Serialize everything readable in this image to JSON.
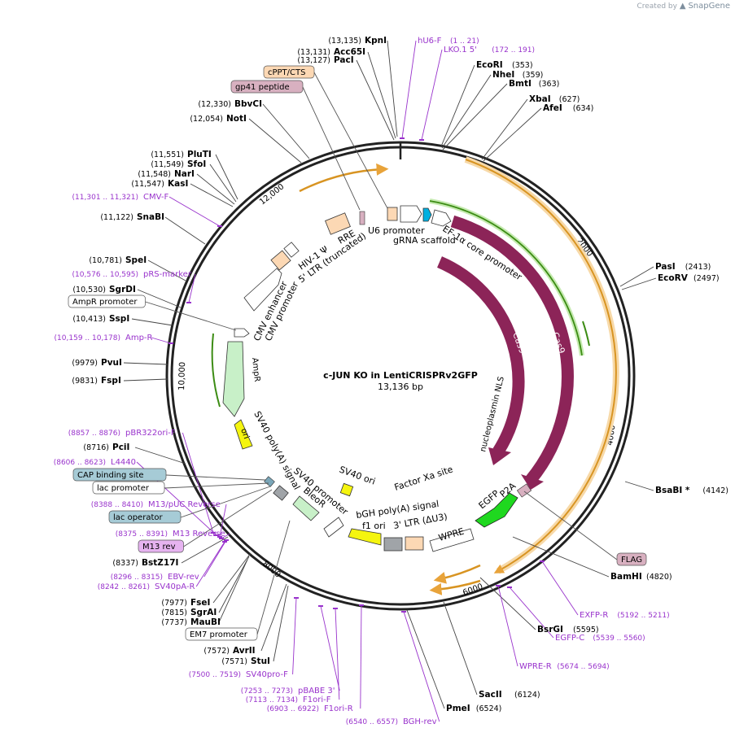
{
  "credit": {
    "prefix": "Created by",
    "brand": "SnapGene"
  },
  "plasmid": {
    "name": "c-JUN KO in LentiCRISPRv2GFP",
    "length": "13,136 bp"
  },
  "ticks": [
    "2000",
    "4000",
    "6000",
    "8000",
    "10,000",
    "12,000"
  ],
  "enzymes": [
    {
      "pos": "(13,135)",
      "name": "KpnI"
    },
    {
      "pos": "(13,131)",
      "name": "Acc65I"
    },
    {
      "pos": "(13,127)",
      "name": "PacI"
    },
    {
      "pos": "(12,330)",
      "name": "BbvCI"
    },
    {
      "pos": "(12,054)",
      "name": "NotI"
    },
    {
      "pos": "(11,551)",
      "name": "PluTI"
    },
    {
      "pos": "(11,549)",
      "name": "SfoI"
    },
    {
      "pos": "(11,548)",
      "name": "NarI"
    },
    {
      "pos": "(11,547)",
      "name": "KasI"
    },
    {
      "pos": "(11,122)",
      "name": "SnaBI"
    },
    {
      "pos": "(10,781)",
      "name": "SpeI"
    },
    {
      "pos": "(10,530)",
      "name": "SgrDI"
    },
    {
      "pos": "(10,413)",
      "name": "SspI"
    },
    {
      "pos": "(9979)",
      "name": "PvuI"
    },
    {
      "pos": "(9831)",
      "name": "FspI"
    },
    {
      "pos": "(8716)",
      "name": "PciI"
    },
    {
      "pos": "(8337)",
      "name": "BstZ17I"
    },
    {
      "pos": "(7977)",
      "name": "FseI"
    },
    {
      "pos": "(7815)",
      "name": "SgrAI"
    },
    {
      "pos": "(7737)",
      "name": "MauBI"
    },
    {
      "pos": "(7572)",
      "name": "AvrII"
    },
    {
      "pos": "(7571)",
      "name": "StuI"
    },
    {
      "pos": "(353)",
      "name": "EcoRI"
    },
    {
      "pos": "(359)",
      "name": "NheI"
    },
    {
      "pos": "(363)",
      "name": "BmtI"
    },
    {
      "pos": "(627)",
      "name": "XbaI"
    },
    {
      "pos": "(634)",
      "name": "AfeI"
    },
    {
      "pos": "(2413)",
      "name": "PasI"
    },
    {
      "pos": "(2497)",
      "name": "EcoRV"
    },
    {
      "pos": "(4142)",
      "name": "BsaBI *"
    },
    {
      "pos": "(4820)",
      "name": "BamHI"
    },
    {
      "pos": "(5595)",
      "name": "BsrGI"
    },
    {
      "pos": "(6124)",
      "name": "SacII"
    },
    {
      "pos": "(6524)",
      "name": "PmeI"
    }
  ],
  "primers": [
    {
      "name": "hU6-F",
      "range": "(1 .. 21)"
    },
    {
      "name": "LKO.1 5'",
      "range": "(172 .. 191)"
    },
    {
      "name": "CMV-F",
      "range": "(11,301 .. 11,321)"
    },
    {
      "name": "pRS-marker",
      "range": "(10,576 .. 10,595)"
    },
    {
      "name": "Amp-R",
      "range": "(10,159 .. 10,178)"
    },
    {
      "name": "pBR322ori-F",
      "range": "(8857 .. 8876)"
    },
    {
      "name": "L4440",
      "range": "(8606 .. 8623)"
    },
    {
      "name": "M13/pUC Reverse",
      "range": "(8388 .. 8410)"
    },
    {
      "name": "M13 Reverse",
      "range": "(8375 .. 8391)"
    },
    {
      "name": "EBV-rev",
      "range": "(8296 .. 8315)"
    },
    {
      "name": "SV40pA-R",
      "range": "(8242 .. 8261)"
    },
    {
      "name": "SV40pro-F",
      "range": "(7500 .. 7519)"
    },
    {
      "name": "pBABE 3'",
      "range": "(7253 .. 7273)"
    },
    {
      "name": "F1ori-F",
      "range": "(7113 .. 7134)"
    },
    {
      "name": "F1ori-R",
      "range": "(6903 .. 6922)"
    },
    {
      "name": "BGH-rev",
      "range": "(6540 .. 6557)"
    },
    {
      "name": "WPRE-R",
      "range": "(5674 .. 5694)"
    },
    {
      "name": "EGFP-C",
      "range": "(5539 .. 5560)"
    },
    {
      "name": "EXFP-R",
      "range": "(5192 .. 5211)"
    }
  ],
  "boxed_features": [
    {
      "name": "cPPT/CTS"
    },
    {
      "name": "gp41 peptide"
    },
    {
      "name": "AmpR promoter"
    },
    {
      "name": "CAP binding site"
    },
    {
      "name": "lac promoter"
    },
    {
      "name": "lac operator"
    },
    {
      "name": "M13 rev"
    },
    {
      "name": "EM7 promoter"
    },
    {
      "name": "FLAG"
    }
  ],
  "inner_labels": [
    "U6 promoter",
    "gRNA scaffold",
    "EF-1α core promoter",
    "RRE",
    "HIV-1 Ψ",
    "5' LTR (truncated)",
    "CMV enhancer",
    "CMV promoter",
    "AmpR",
    "Cas9",
    "Cas9",
    "nucleoplasmin NLS",
    "ori",
    "SV40 poly(A) signal",
    "SV40 promoter",
    "BleoR",
    "SV40 ori",
    "Factor Xa site",
    "P2A",
    "EGFP",
    "bGH poly(A) signal",
    "f1 ori",
    "3' LTR (ΔU3)",
    "WPRE"
  ],
  "colors": {
    "backbone": "#222222",
    "enzyme_text": "#000000",
    "primer": "#9933cc",
    "cas9": "#8c2458",
    "egfp": "#1fd81f",
    "puro_orange": "#e8a33a",
    "ampr": "#c8f0c8",
    "ori": "#f5f50f",
    "ltr": "#fcd8b4",
    "purple_label": "#e6b3f0",
    "cyan": "#00b0e0",
    "gp41": "#d8b0c0",
    "cap": "#a6cbd6"
  }
}
